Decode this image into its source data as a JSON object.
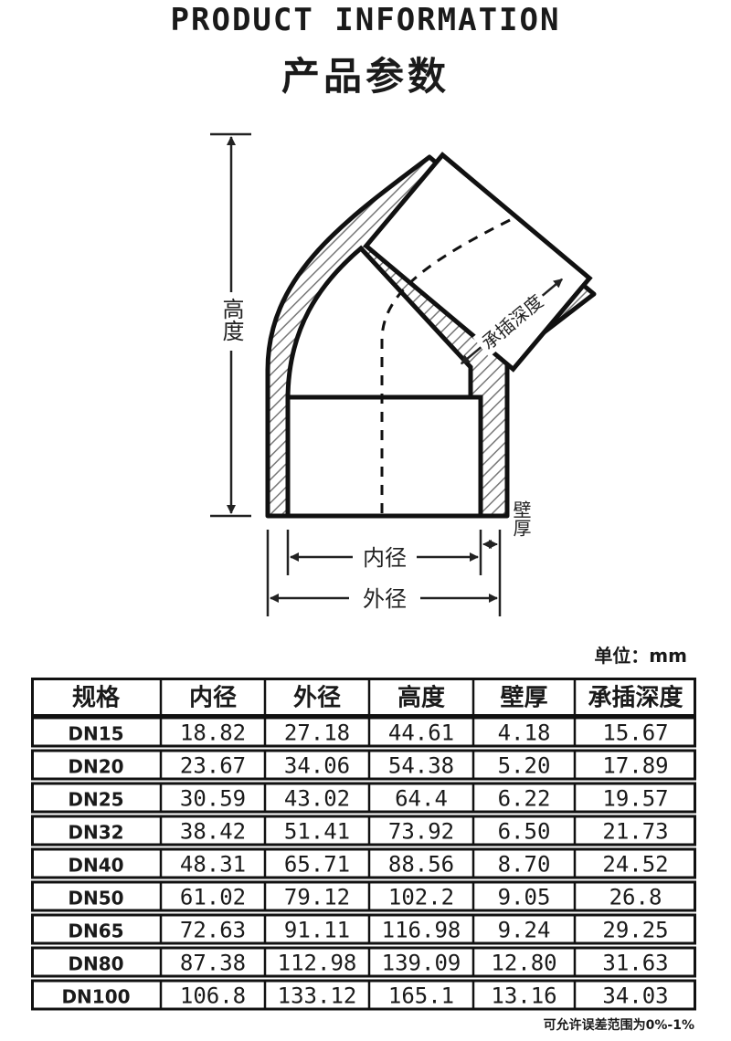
{
  "header": {
    "title_en": "PRODUCT INFORMATION",
    "title_cn": "产品参数"
  },
  "diagram_labels": {
    "height": "高度",
    "socket_depth": "承插深度",
    "inner_diameter": "内径",
    "outer_diameter": "外径",
    "wall_thickness": "壁厚"
  },
  "unit": "单位：mm",
  "table": {
    "headers": [
      "规格",
      "内径",
      "外径",
      "高度",
      "壁厚",
      "承插深度"
    ],
    "rows": [
      [
        "DN15",
        "18.82",
        "27.18",
        "44.61",
        "4.18",
        "15.67"
      ],
      [
        "DN20",
        "23.67",
        "34.06",
        "54.38",
        "5.20",
        "17.89"
      ],
      [
        "DN25",
        "30.59",
        "43.02",
        "64.4",
        "6.22",
        "19.57"
      ],
      [
        "DN32",
        "38.42",
        "51.41",
        "73.92",
        "6.50",
        "21.73"
      ],
      [
        "DN40",
        "48.31",
        "65.71",
        "88.56",
        "8.70",
        "24.52"
      ],
      [
        "DN50",
        "61.02",
        "79.12",
        "102.2",
        "9.05",
        "26.8"
      ],
      [
        "DN65",
        "72.63",
        "91.11",
        "116.98",
        "9.24",
        "29.25"
      ],
      [
        "DN80",
        "87.38",
        "112.98",
        "139.09",
        "12.80",
        "31.63"
      ],
      [
        "DN100",
        "106.8",
        "133.12",
        "165.1",
        "13.16",
        "34.03"
      ]
    ]
  },
  "footnote": "可允许误差范围为0%-1%"
}
